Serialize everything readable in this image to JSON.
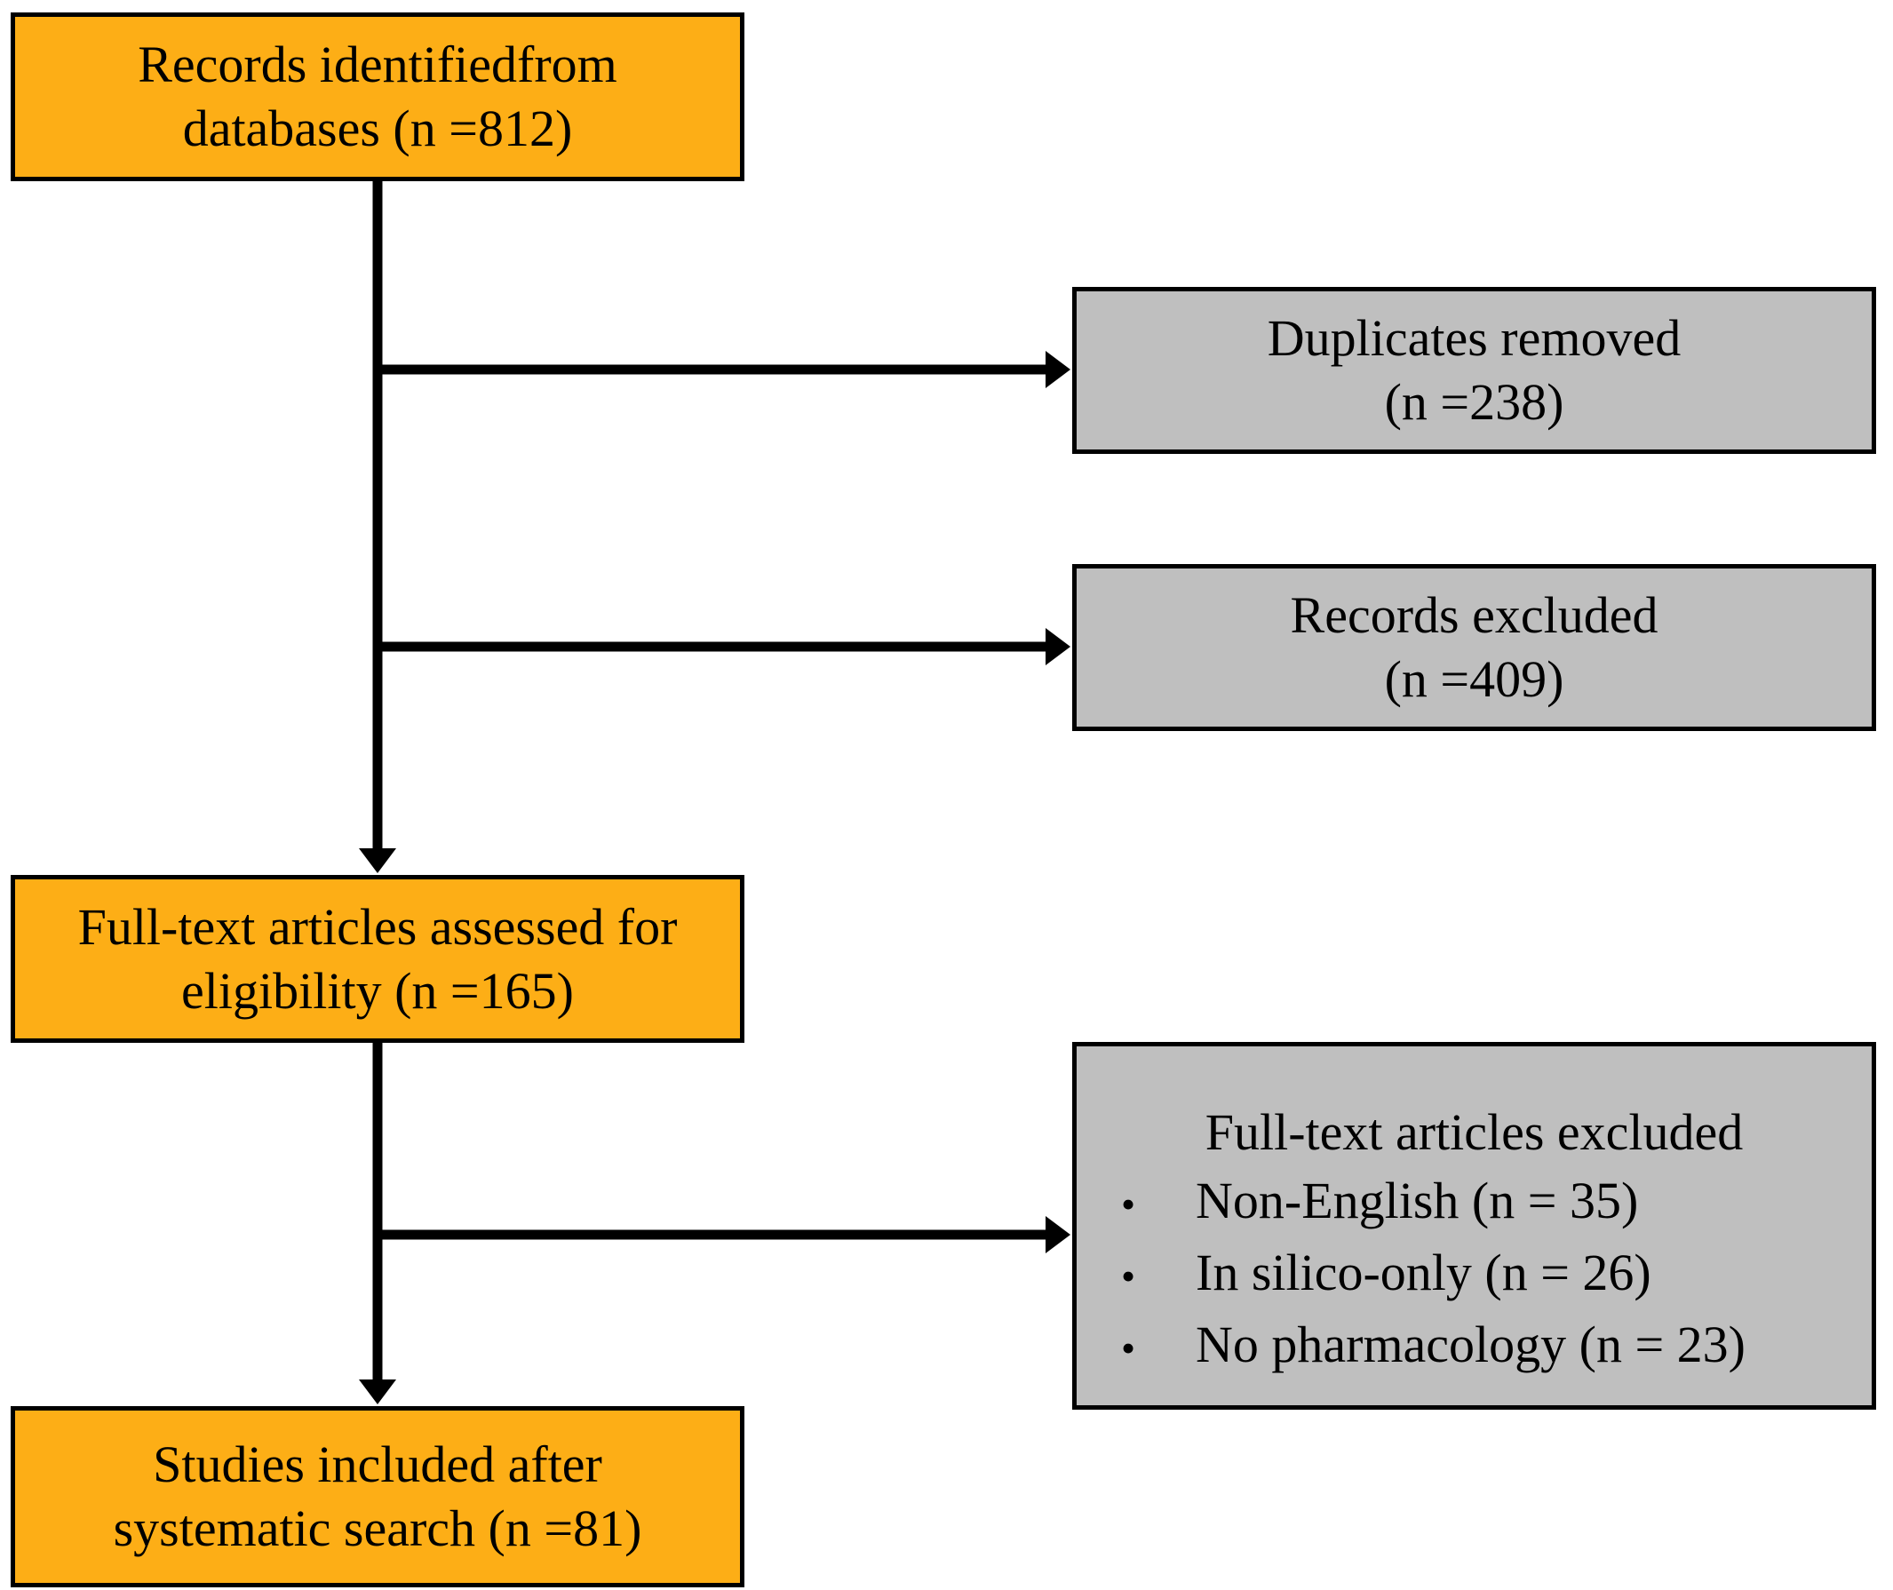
{
  "diagram": {
    "type": "prisma-flowchart",
    "bullet_char": "•",
    "colors": {
      "stage_fill": "#FDAE16",
      "exclusion_fill": "#BFBFBF",
      "border": "#000000",
      "arrow": "#000000",
      "background": "#FFFFFF",
      "text": "#000000"
    },
    "boxes": {
      "records_identified": {
        "role": "stage",
        "lines": [
          "Records identifiedfrom",
          "databases (n =812)"
        ]
      },
      "duplicates_removed": {
        "role": "exclusion",
        "lines": [
          "Duplicates removed",
          "(n =238)"
        ]
      },
      "records_excluded": {
        "role": "exclusion",
        "lines": [
          "Records excluded",
          "(n =409)"
        ]
      },
      "fulltext_assessed": {
        "role": "stage",
        "lines": [
          "Full-text articles assessed for",
          "eligibility (n =165)"
        ]
      },
      "fulltext_excluded": {
        "role": "exclusion",
        "heading": "Full-text articles excluded",
        "items": [
          "Non-English (n = 35)",
          "In silico-only (n = 26)",
          "No pharmacology (n = 23)"
        ]
      },
      "studies_included": {
        "role": "stage",
        "lines": [
          "Studies included after",
          "systematic search (n =81)"
        ]
      }
    },
    "flows": [
      {
        "from": "records_identified",
        "to": "duplicates_removed"
      },
      {
        "from": "records_identified",
        "to": "records_excluded"
      },
      {
        "from": "records_identified",
        "to": "fulltext_assessed"
      },
      {
        "from": "fulltext_assessed",
        "to": "fulltext_excluded"
      },
      {
        "from": "fulltext_assessed",
        "to": "studies_included"
      }
    ]
  }
}
